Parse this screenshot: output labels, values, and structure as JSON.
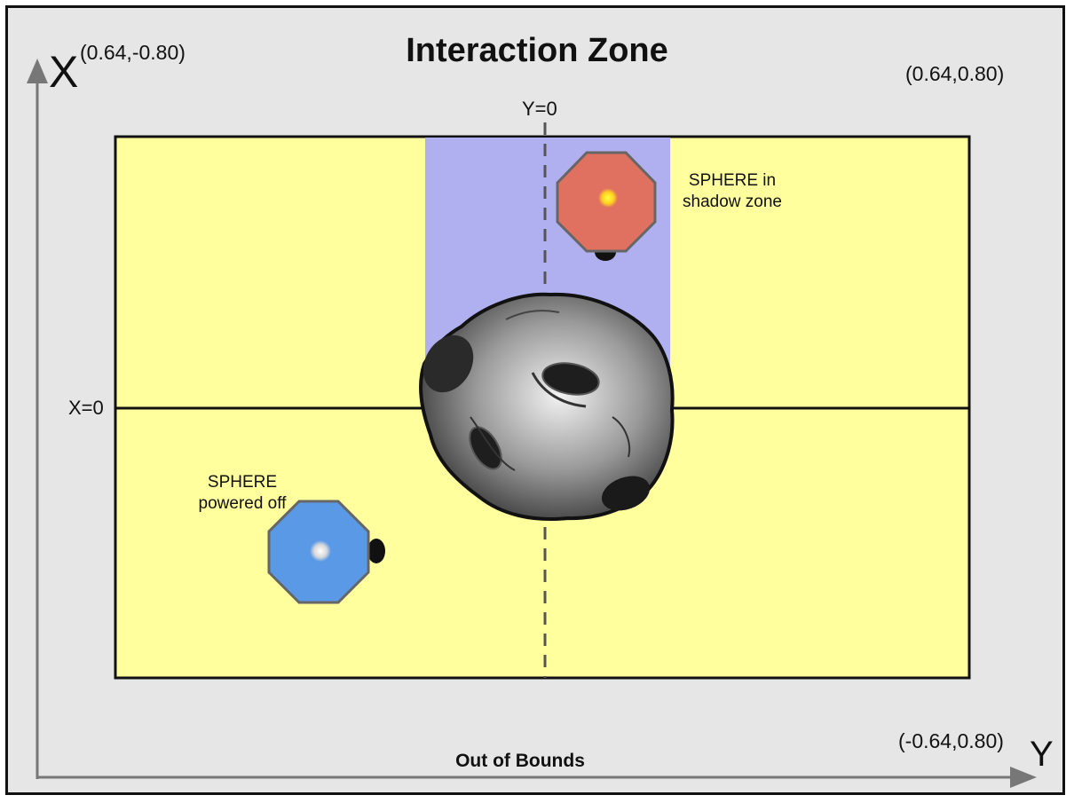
{
  "title": "Interaction Zone",
  "corner_coords": {
    "top_left": "(0.64,-0.80)",
    "top_right": "(0.64,0.80)",
    "bottom_right": "(-0.64,0.80)"
  },
  "axes": {
    "x_label": "X",
    "y_label": "Y",
    "y_zero_label": "Y=0",
    "x_zero_label": "X=0"
  },
  "out_of_bounds_label": "Out of Bounds",
  "spheres": {
    "shadow_label": "SPHERE in shadow zone",
    "off_label": "SPHERE powered off"
  },
  "colors": {
    "zone_fill": "#ffff9e",
    "shadow_fill": "#b0b0f0",
    "sphere_active": "#e07060",
    "sphere_off": "#5a99e6",
    "background": "#e6e6e6"
  }
}
